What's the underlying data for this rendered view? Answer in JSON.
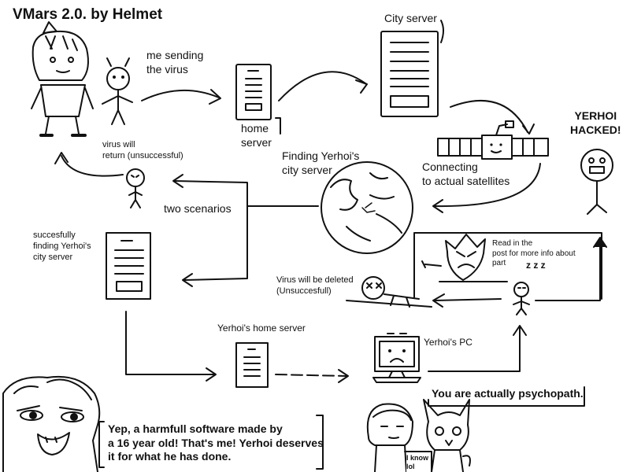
{
  "title": "VMars 2.0. by Helmet",
  "labels": {
    "me_sending": "me sending\nthe virus",
    "home_server": "home\nserver",
    "city_server": "City server",
    "finding_city": "Finding Yerhoi's\ncity server",
    "connecting": "Connecting\nto actual satellites",
    "hacked": "YERHOI\nHACKED!",
    "virus_return": "virus will\nreturn (unsuccessful)",
    "two_scenarios": "two scenarios",
    "successfully_finding": "succesfully\nfinding Yerhoi's\ncity server",
    "read_in_post": "Read in the\npost for more info about\npart",
    "virus_deleted": "Virus will be deleted\n(Unsuccesfull)",
    "yerhoi_home_server": "Yerhoi's home server",
    "yerhois_pc": "Yerhoi's PC",
    "psychopath": "You are actually psychopath.",
    "yep_quote": "Yep, a harmfull software made by\na 16 year old! That's me! Yerhoi deserves\nit for what he has done.",
    "i_know": "I know\nlol"
  },
  "sleep_glyph": "z z z",
  "colors": {
    "ink": "#111111",
    "paper": "#ffffff"
  }
}
